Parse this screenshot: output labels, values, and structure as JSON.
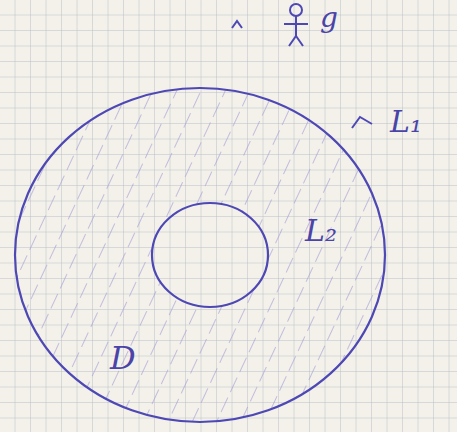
{
  "diagram": {
    "labels": [
      "L₁",
      "L₂",
      "D",
      "g"
    ]
  }
}
